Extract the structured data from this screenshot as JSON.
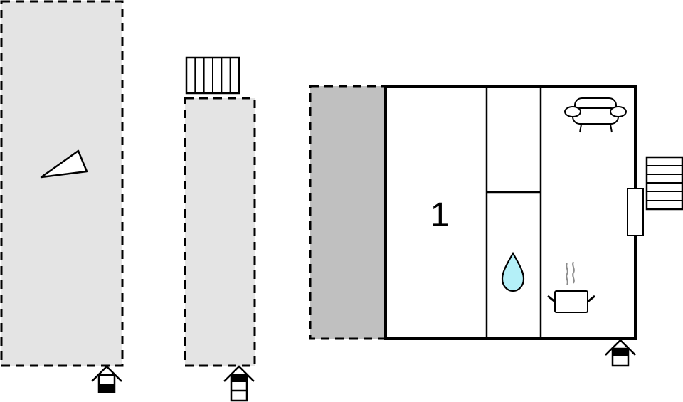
{
  "diagram": {
    "type": "floor-plan",
    "colors": {
      "outdoor_area": "#e4e4e4",
      "terrace": "#c0c0c0",
      "wall": "#000000",
      "room_fill": "#ffffff",
      "water_drop": "#b4f0f8",
      "steam": "#8c8c8c"
    },
    "areas": [
      {
        "id": "outdoor-area-left",
        "kind": "outdoor-area",
        "border": "dashed",
        "icon": "compass-triangle-icon",
        "entrance": "entrance-icon"
      },
      {
        "id": "outdoor-area-middle",
        "kind": "outdoor-area",
        "border": "dashed",
        "adjacent": "stairs-icon",
        "entrance": "entrance-icon"
      },
      {
        "id": "terrace",
        "kind": "terrace",
        "border": "dashed"
      },
      {
        "id": "main-building",
        "kind": "building",
        "border": "solid",
        "entrance": "entrance-icon"
      }
    ],
    "rooms": [
      {
        "id": "room-1",
        "label": "1",
        "kind": "bedroom"
      },
      {
        "id": "room-hall-upper",
        "label": "",
        "kind": "hall"
      },
      {
        "id": "room-bathroom",
        "label": "",
        "kind": "bathroom",
        "icon": "water-drop-icon"
      },
      {
        "id": "room-living",
        "label": "",
        "kind": "living-kitchen",
        "icons": [
          "sofa-icon",
          "cooking-pot-icon"
        ]
      }
    ],
    "room_1_label": "1"
  }
}
